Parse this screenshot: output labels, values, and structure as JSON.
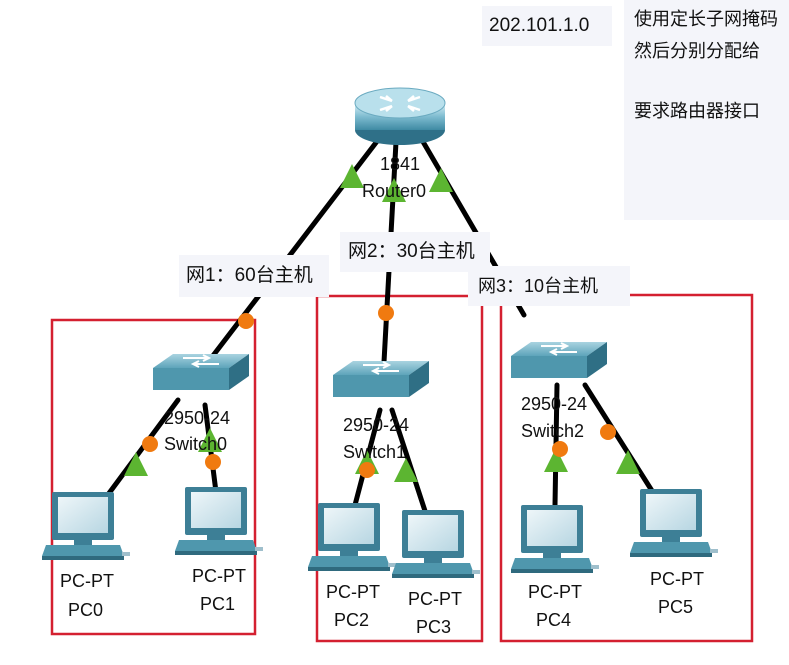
{
  "address_label": "202.101.1.0",
  "notes": {
    "line1": "使用定长子网掩码",
    "line2": "然后分别分配给",
    "line3": "要求路由器接口"
  },
  "router": {
    "model": "1841",
    "name": "Router0"
  },
  "networks": [
    {
      "label": "网1：60台主机"
    },
    {
      "label": "网2：30台主机"
    },
    {
      "label": "网3：10台主机"
    }
  ],
  "switches": [
    {
      "model": "2950-24",
      "name": "Switch0"
    },
    {
      "model": "2950-24",
      "name": "Switch1"
    },
    {
      "model": "2950-24",
      "name": "Switch2"
    }
  ],
  "pcs": [
    {
      "model": "PC-PT",
      "name": "PC0"
    },
    {
      "model": "PC-PT",
      "name": "PC1"
    },
    {
      "model": "PC-PT",
      "name": "PC2"
    },
    {
      "model": "PC-PT",
      "name": "PC3"
    },
    {
      "model": "PC-PT",
      "name": "PC4"
    },
    {
      "model": "PC-PT",
      "name": "PC5"
    }
  ],
  "colors": {
    "link": "#000000",
    "link_up": "#5cb531",
    "link_pending": "#f07a10",
    "group_frame": "#d42030",
    "device_teal": "#4f97ad",
    "label_bg": "#f4f5fa"
  }
}
